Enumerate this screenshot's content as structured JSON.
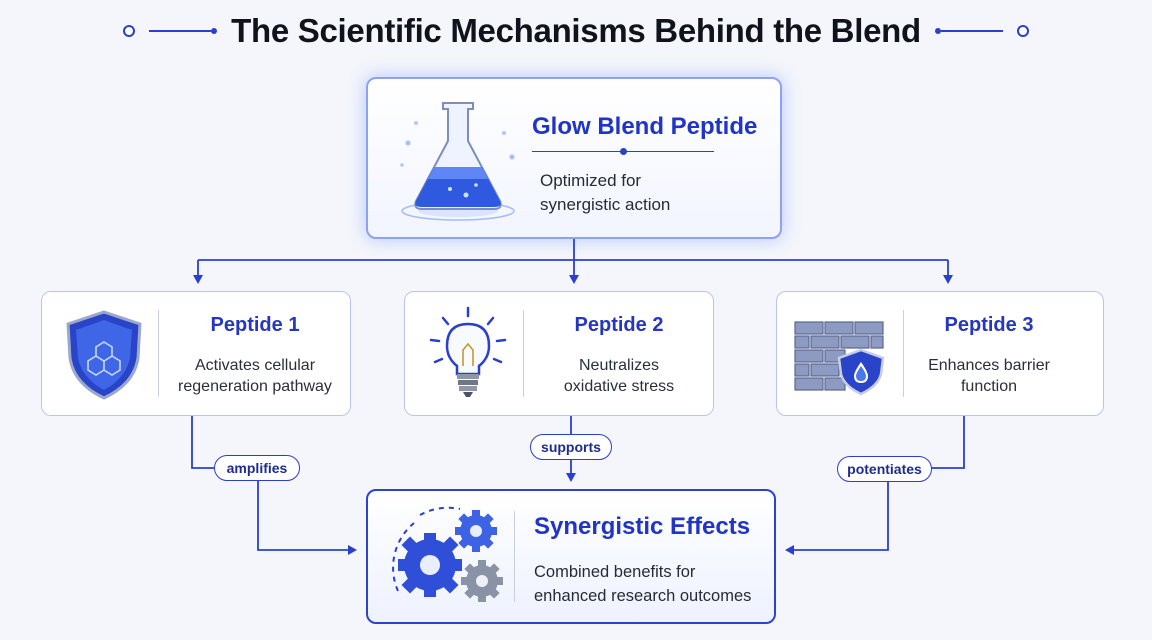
{
  "title": "The Scientific Mechanisms Behind the Blend",
  "main": {
    "title": "Glow Blend Peptide",
    "desc_line1": "Optimized for",
    "desc_line2": "synergistic action",
    "icon": "flask-icon"
  },
  "peptides": [
    {
      "title": "Peptide 1",
      "line1": "Activates cellular",
      "line2": "regeneration pathway",
      "icon": "shield-icon"
    },
    {
      "title": "Peptide 2",
      "line1": "Neutralizes",
      "line2": "oxidative stress",
      "icon": "lightbulb-icon"
    },
    {
      "title": "Peptide 3",
      "line1": "Enhances barrier",
      "line2": "function",
      "icon": "brick-wall-shield-icon"
    }
  ],
  "connectors": {
    "left": "amplifies",
    "center": "supports",
    "right": "potentiates"
  },
  "result": {
    "title": "Synergistic Effects",
    "line1": "Combined benefits for",
    "line2": "enhanced research outcomes",
    "icon": "gears-icon"
  },
  "colors": {
    "accent": "#2a3fcf",
    "title_blue": "#2034c8",
    "card_border": "#b9c5ee",
    "background": "#f4f6fb"
  }
}
